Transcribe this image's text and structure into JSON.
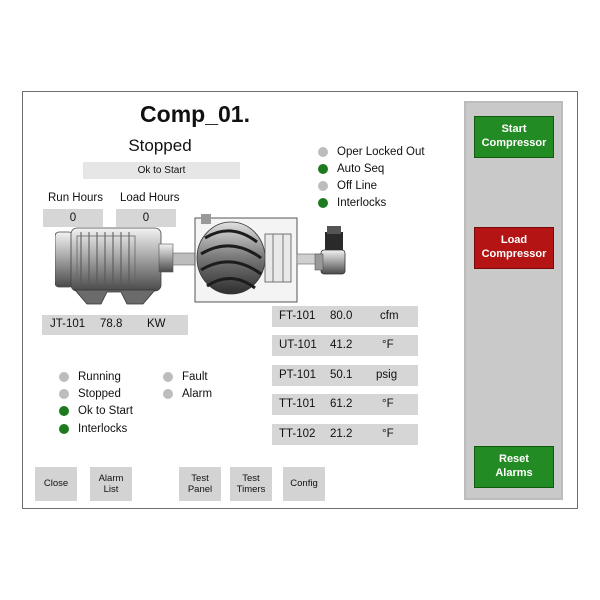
{
  "title": "Comp_01.",
  "state": "Stopped",
  "ok_to_start_bar": "Ok to Start",
  "run_hours": {
    "label": "Run Hours",
    "value": "0"
  },
  "load_hours": {
    "label": "Load Hours",
    "value": "0"
  },
  "status": [
    {
      "label": "Oper Locked Out",
      "state": "off"
    },
    {
      "label": "Auto Seq",
      "state": "on"
    },
    {
      "label": "Off Line",
      "state": "off"
    },
    {
      "label": "Interlocks",
      "state": "on"
    }
  ],
  "power": {
    "tag": "JT-101",
    "value": "78.8",
    "unit": "KW"
  },
  "instruments": [
    {
      "tag": "FT-101",
      "value": "80.0",
      "unit": "cfm"
    },
    {
      "tag": "UT-101",
      "value": "41.2",
      "unit": "°F"
    },
    {
      "tag": "PT-101",
      "value": "50.1",
      "unit": "psig"
    },
    {
      "tag": "TT-101",
      "value": "61.2",
      "unit": "°F"
    },
    {
      "tag": "TT-102",
      "value": "21.2",
      "unit": "°F"
    }
  ],
  "lamps_left": [
    {
      "label": "Running",
      "state": "off"
    },
    {
      "label": "Stopped",
      "state": "off"
    },
    {
      "label": "Ok to Start",
      "state": "on"
    },
    {
      "label": "Interlocks",
      "state": "on"
    }
  ],
  "lamps_right": [
    {
      "label": "Fault",
      "state": "off"
    },
    {
      "label": "Alarm",
      "state": "off"
    }
  ],
  "bottom_buttons": [
    {
      "line1": "Close",
      "line2": ""
    },
    {
      "line1": "Alarm",
      "line2": "List"
    },
    {
      "line1": "Test",
      "line2": "Panel"
    },
    {
      "line1": "Test",
      "line2": "Timers"
    },
    {
      "line1": "Config",
      "line2": ""
    }
  ],
  "side_buttons": [
    {
      "line1": "Start",
      "line2": "Compressor",
      "color": "#238b23"
    },
    {
      "line1": "Load",
      "line2": "Compressor",
      "color": "#b41414"
    },
    {
      "line1": "Reset",
      "line2": "Alarms",
      "color": "#238b23"
    }
  ],
  "icons": {
    "equipment": "motor-compressor-valve-icon"
  }
}
